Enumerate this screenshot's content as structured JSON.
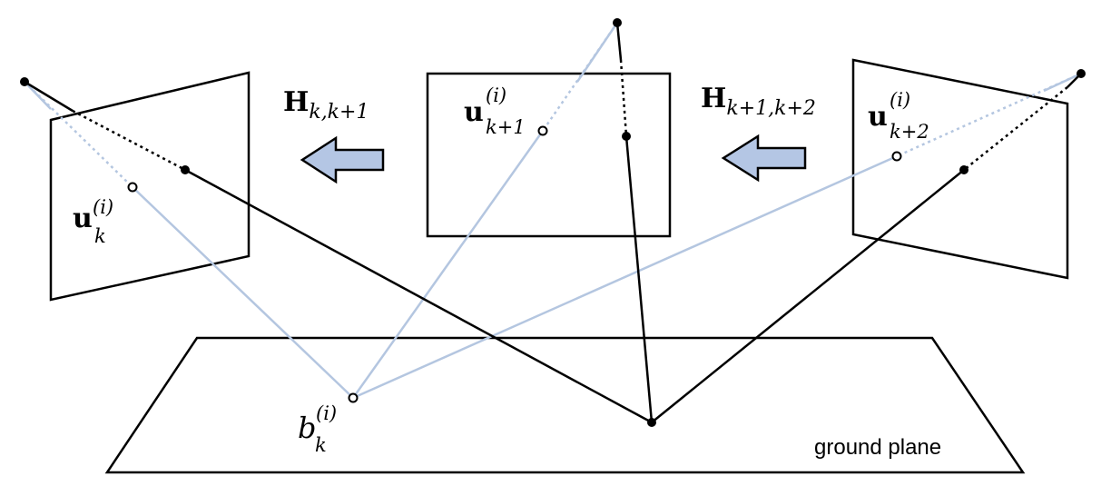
{
  "colors": {
    "stroke": "#000000",
    "ray_blue": "#b4c6e0",
    "arrow_fill": "#b4c6e4",
    "arrow_stroke": "#000000",
    "background": "#ffffff"
  },
  "labels": {
    "h_left": {
      "bold": "H",
      "sub": "k,k+1"
    },
    "h_right": {
      "bold": "H",
      "sub": "k+1,k+2"
    },
    "u_k": {
      "bold": "u",
      "sup": "(i)",
      "sub": "k"
    },
    "u_k1": {
      "bold": "u",
      "sup": "(i)",
      "sub": "k+1"
    },
    "u_k2": {
      "bold": "u",
      "sup": "(i)",
      "sub": "k+2"
    },
    "b_k": {
      "base": "b",
      "sup": "(i)",
      "sub": "k"
    },
    "ground_plane": "ground plane"
  }
}
